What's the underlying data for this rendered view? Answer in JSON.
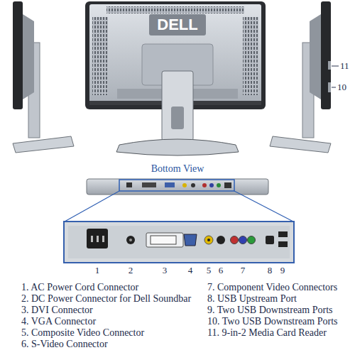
{
  "diagram": {
    "labels": [
      "DELL",
      "11",
      "10",
      "Bottom View",
      "1",
      "2",
      "3",
      "4",
      "5",
      "6",
      "7",
      "8",
      "9",
      "1. AC Power Cord Connector",
      "2. DC Power Connector for Dell Soundbar",
      "3. DVI Connector",
      "4. VGA Connector",
      "5. Composite Video Connector",
      "6. S-Video Connector",
      "7. Component Video Connectors",
      "8. USB Upstream Port",
      "9. Two USB Downstream Ports",
      "10. Two USB Downstream Ports",
      "11. 9-in-2 Media Card Reader"
    ]
  }
}
